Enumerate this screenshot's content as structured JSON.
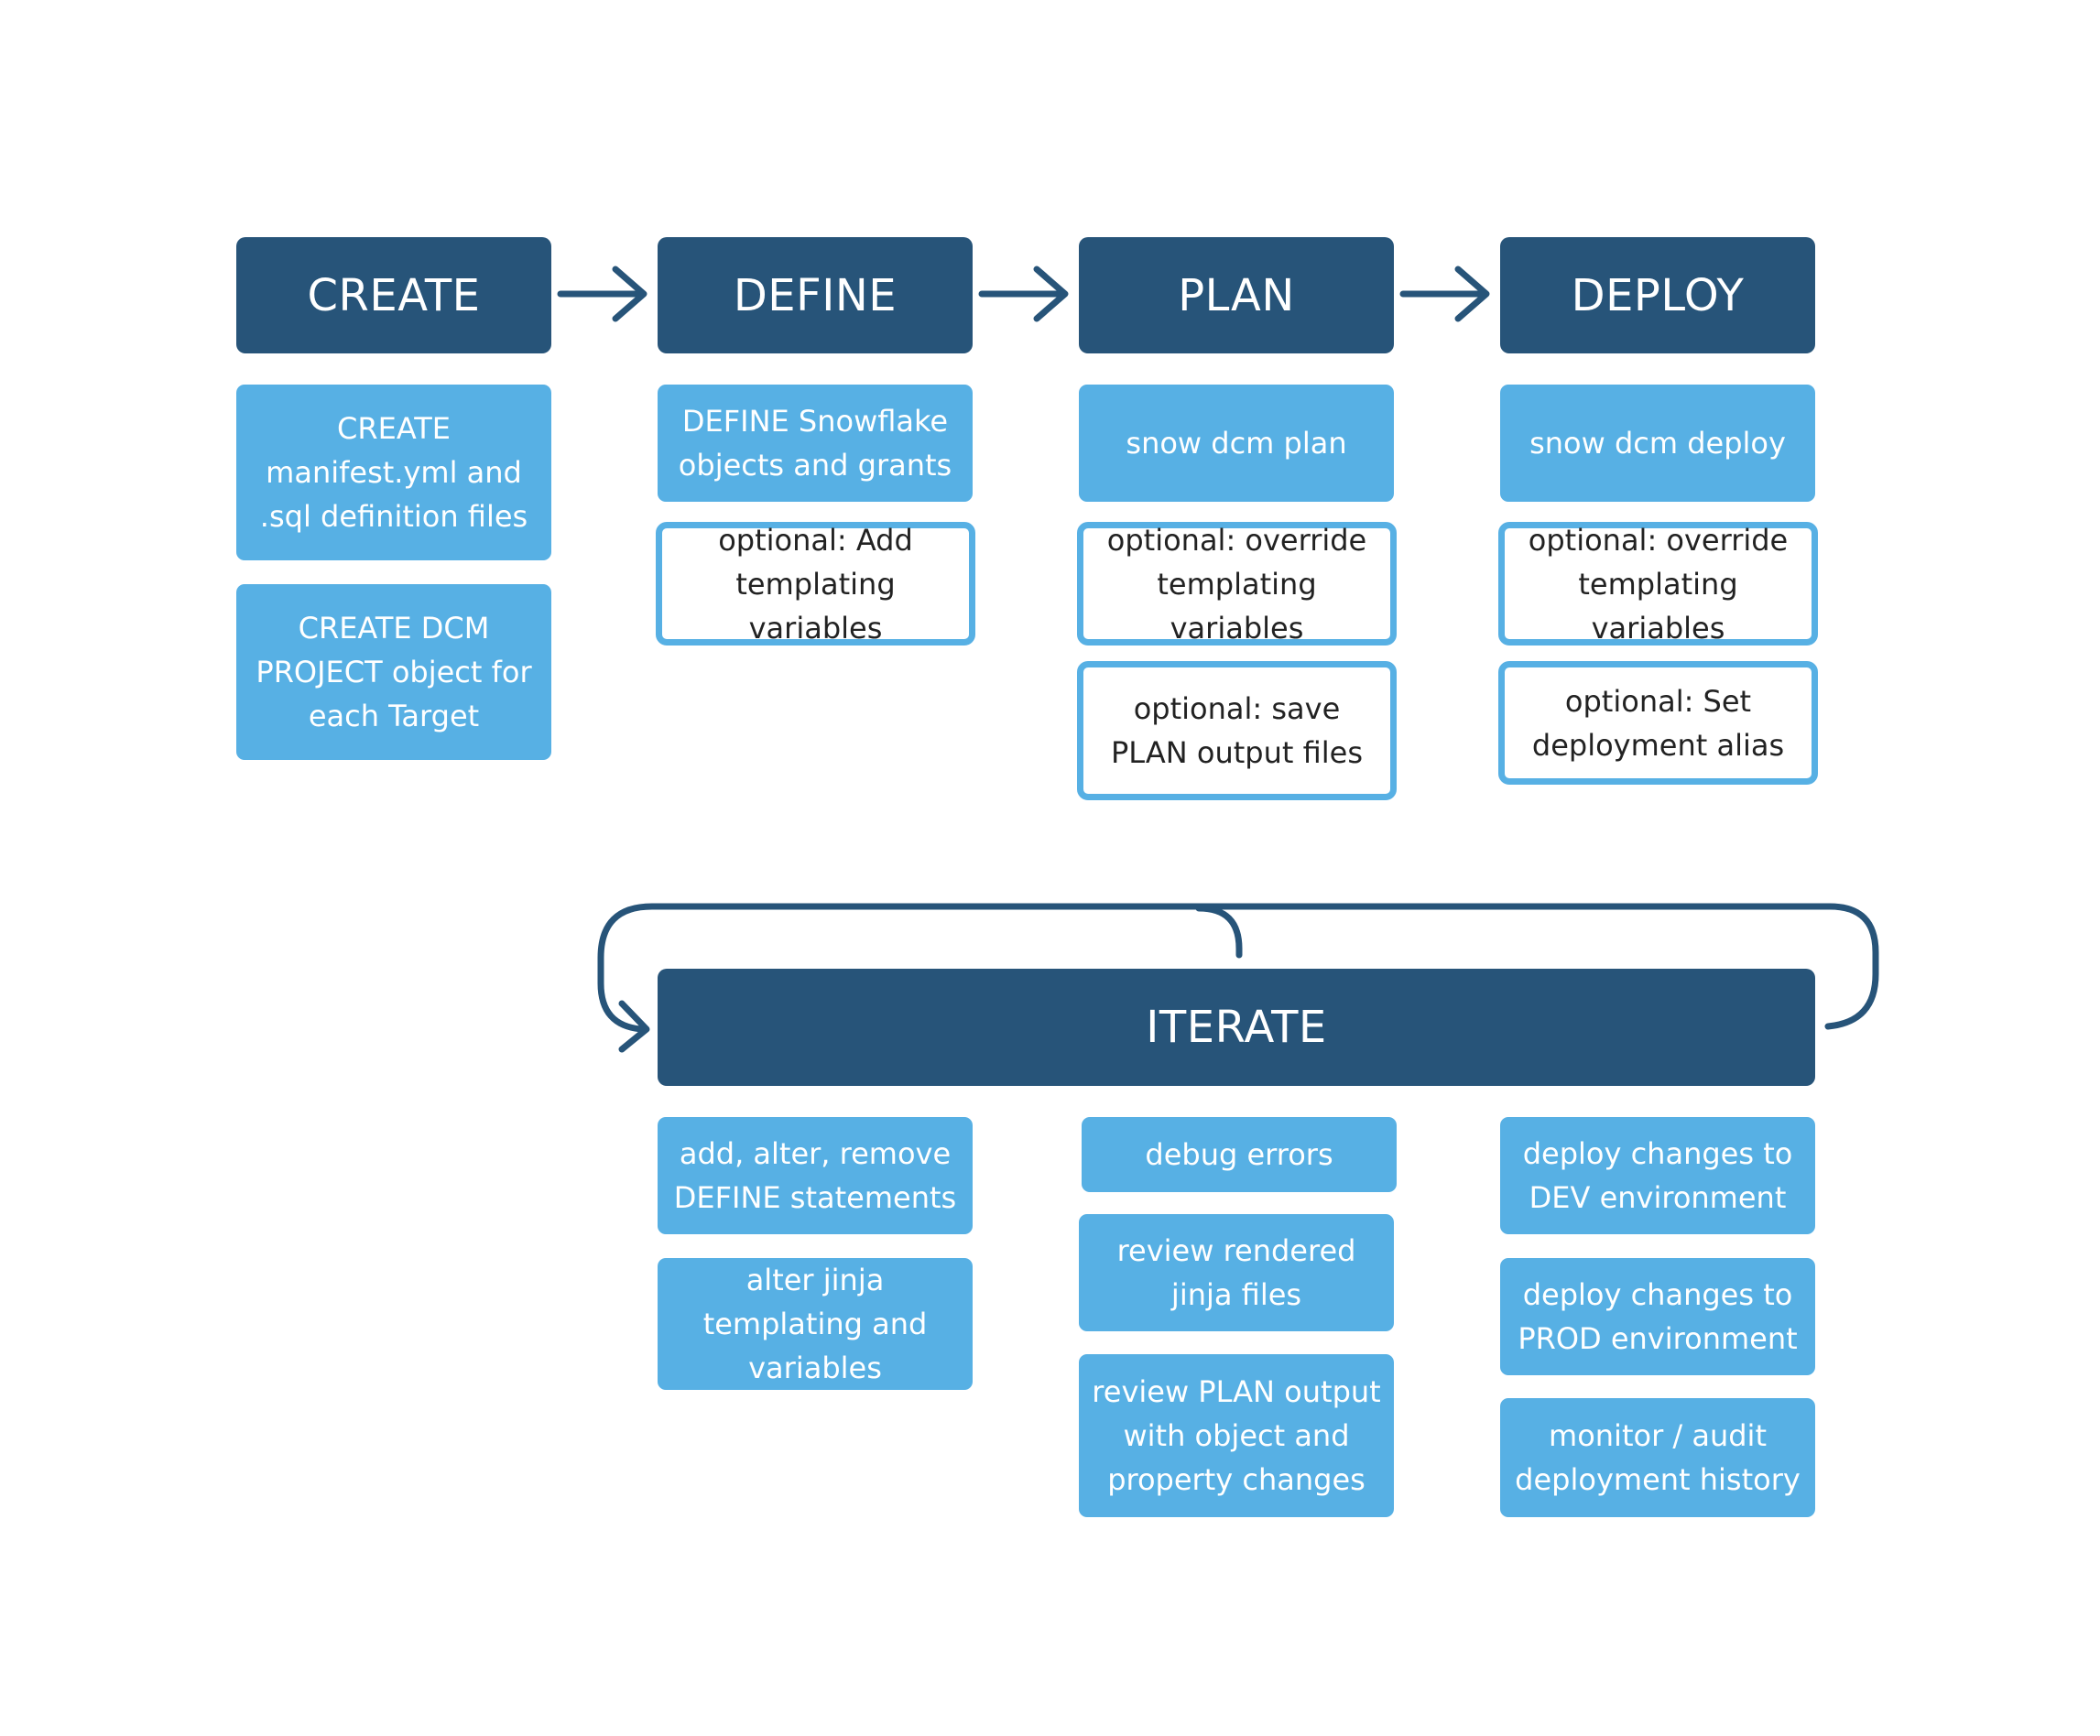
{
  "headers": {
    "create": "CREATE",
    "define": "DEFINE",
    "plan": "PLAN",
    "deploy": "DEPLOY",
    "iterate": "ITERATE"
  },
  "create": {
    "steps": [
      "CREATE manifest.yml and .sql definition files",
      "CREATE DCM PROJECT object for each Target"
    ]
  },
  "define": {
    "steps": [
      "DEFINE Snowflake objects and grants"
    ],
    "optional": [
      "optional: Add templating variables"
    ]
  },
  "plan": {
    "steps": [
      "snow dcm plan"
    ],
    "optional": [
      "optional: override templating variables",
      "optional: save PLAN output files"
    ]
  },
  "deploy": {
    "steps": [
      "snow dcm deploy"
    ],
    "optional": [
      "optional: override templating variables",
      "optional: Set deployment alias"
    ]
  },
  "iterate": {
    "col1": [
      "add, alter, remove DEFINE statements",
      "alter jinja templating and variables"
    ],
    "col2": [
      "debug errors",
      "review rendered jinja files",
      "review PLAN output with object and property changes"
    ],
    "col3": [
      "deploy changes to DEV environment",
      "deploy changes to PROD environment",
      "monitor / audit deployment history"
    ]
  },
  "colors": {
    "header": "#275479",
    "step": "#57b0e4",
    "optional_border": "#57b0e4",
    "arrow": "#275479"
  }
}
